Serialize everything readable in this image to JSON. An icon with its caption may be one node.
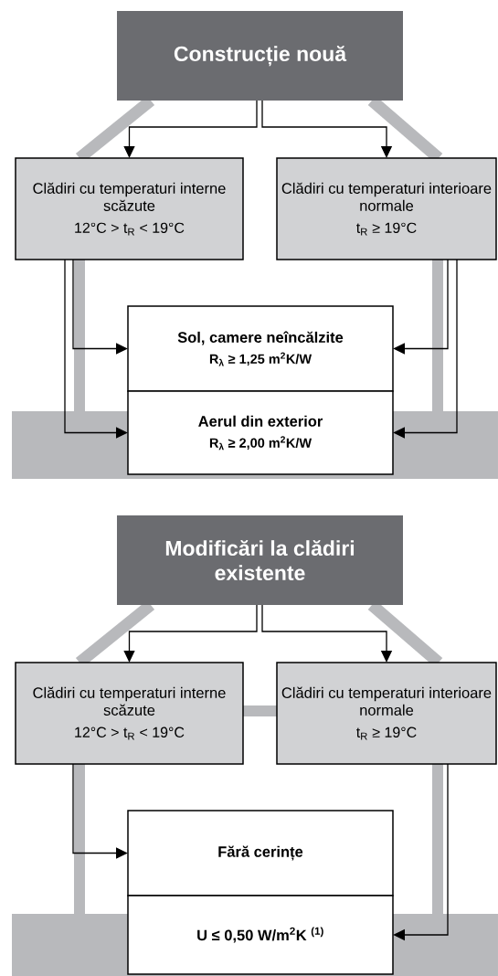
{
  "diagram": {
    "nodes": [
      {
        "text": [
          "Construcție nouă"
        ]
      },
      {
        "text": [
          "Clădiri cu temperaturi interne scăzute",
          "12°C > t$_{R}$ < 19°C"
        ]
      },
      {
        "text": [
          "Clădiri cu temperaturi interioare normale",
          "t$_{R}$ ≥ 19°C"
        ]
      },
      {
        "text": [
          "Sol, camere neîncălzite",
          "R$_{λ}$ ≥ 1,25 m$^{2}$K/W"
        ]
      },
      {
        "text": [
          "Aerul din exterior",
          "R$_{λ}$ ≥ 2,00 m$^{2}$K/W"
        ]
      },
      {
        "text": [
          "Modificări la clădiri existente"
        ]
      },
      {
        "text": [
          "Clădiri cu temperaturi interne scăzute",
          "12°C > t$_{R}$ < 19°C"
        ]
      },
      {
        "text": [
          "Clădiri cu temperaturi interioare normale",
          "t$_{R}$ ≥ 19°C"
        ]
      },
      {
        "text": [
          "Fără cerințe"
        ]
      },
      {
        "text": [
          "U ≤ 0,50 W/m$^{2}$K $^{(1)}$"
        ]
      }
    ],
    "edges": [
      {
        "from": 0,
        "to": 1,
        "arrow": "to"
      },
      {
        "from": 0,
        "to": 2,
        "arrow": "to"
      },
      {
        "from": 1,
        "to": 3,
        "arrow": "to"
      },
      {
        "from": 1,
        "to": 4,
        "arrow": "to"
      },
      {
        "from": 2,
        "to": 3,
        "arrow": "to"
      },
      {
        "from": 2,
        "to": 4,
        "arrow": "to"
      },
      {
        "from": 5,
        "to": 6,
        "arrow": "to"
      },
      {
        "from": 5,
        "to": 7,
        "arrow": "to"
      },
      {
        "from": 6,
        "to": 8,
        "arrow": "to"
      },
      {
        "from": 7,
        "to": 9,
        "arrow": "to"
      }
    ]
  }
}
